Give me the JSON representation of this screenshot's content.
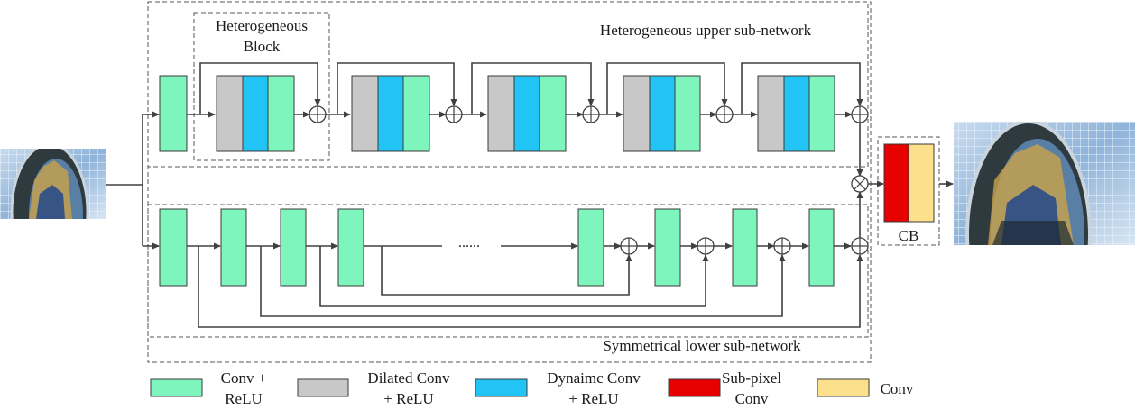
{
  "labels": {
    "hetero_block_line1": "Heterogeneous",
    "hetero_block_line2": "Block",
    "upper_title": "Heterogeneous upper sub-network",
    "lower_title": "Symmetrical lower sub-network",
    "cb": "CB",
    "dots": "......"
  },
  "legend": [
    {
      "kind": "conv_relu",
      "line1": "Conv +",
      "line2": "ReLU"
    },
    {
      "kind": "dilated",
      "line1": "Dilated Conv",
      "line2": "+ ReLU"
    },
    {
      "kind": "dynamic",
      "line1": "Dynaimc Conv",
      "line2": "+ ReLU"
    },
    {
      "kind": "subpixel",
      "line1": "Sub-pixel",
      "line2": "Conv"
    },
    {
      "kind": "conv",
      "line1": "Conv",
      "line2": ""
    }
  ],
  "colors": {
    "conv_relu": "#7ff5be",
    "dilated": "#c8c8c8",
    "dynamic": "#22c4f5",
    "subpixel": "#e60000",
    "conv": "#fde08c",
    "wire": "#404040"
  },
  "symbols": {
    "add": "plus-circle-icon",
    "multiply": "times-circle-icon"
  }
}
